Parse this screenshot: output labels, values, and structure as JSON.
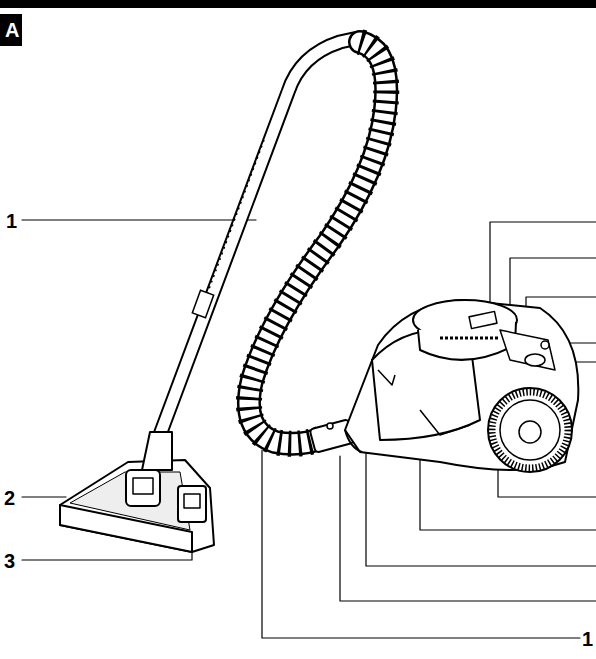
{
  "diagram": {
    "labels": [
      "A",
      "1",
      "2",
      "3",
      "1"
    ]
  }
}
